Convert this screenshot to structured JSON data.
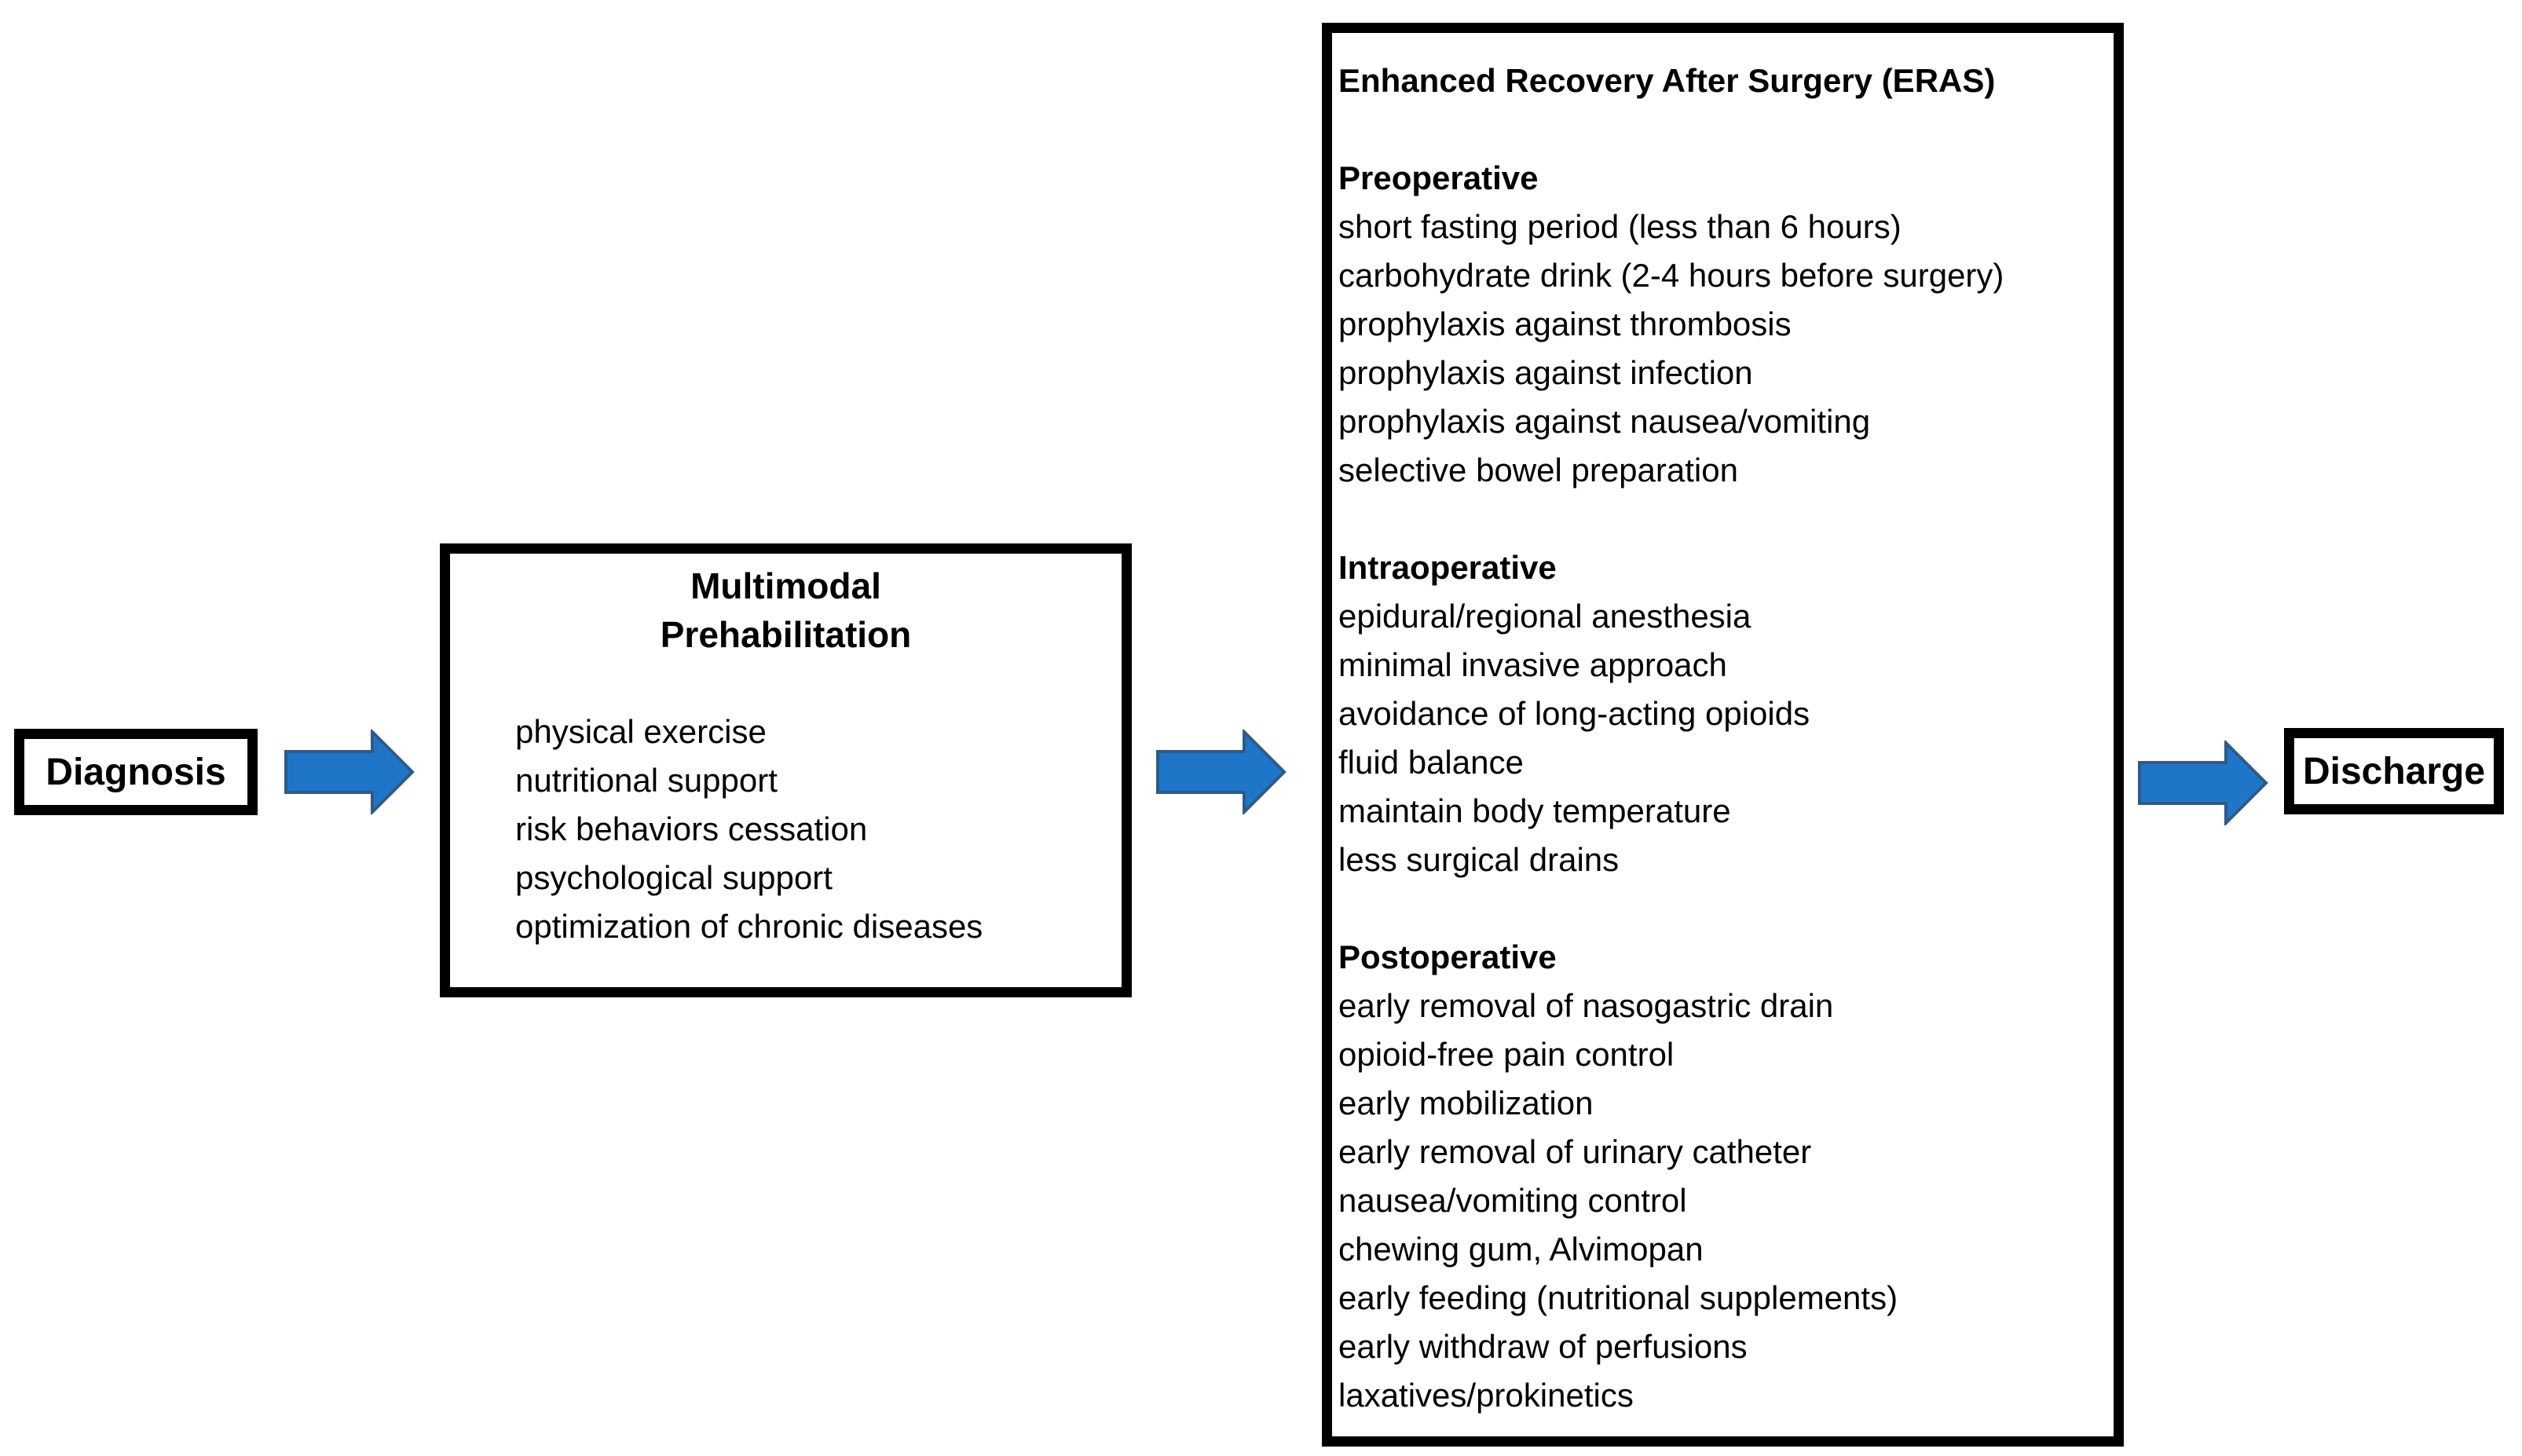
{
  "flowchart": {
    "diagnosis": {
      "label": "Diagnosis"
    },
    "prehabilitation": {
      "title": [
        "Multimodal",
        "Prehabilitation"
      ],
      "items": [
        "physical exercise",
        "nutritional support",
        "risk behaviors cessation",
        "psychological support",
        "optimization of chronic diseases"
      ]
    },
    "eras": {
      "title": "Enhanced Recovery After Surgery (ERAS)",
      "sections": {
        "preoperative": {
          "heading": "Preoperative",
          "items": [
            "short fasting period (less than 6 hours)",
            "carbohydrate drink (2-4 hours before surgery)",
            "prophylaxis against thrombosis",
            "prophylaxis against infection",
            "prophylaxis against nausea/vomiting",
            "selective bowel preparation"
          ]
        },
        "intraoperative": {
          "heading": "Intraoperative",
          "items": [
            "epidural/regional anesthesia",
            "minimal invasive approach",
            "avoidance of long-acting opioids",
            "fluid balance",
            "maintain body temperature",
            "less surgical drains"
          ]
        },
        "postoperative": {
          "heading": "Postoperative",
          "items": [
            "early removal of nasogastric drain",
            "opioid-free pain control",
            "early mobilization",
            "early removal of urinary catheter",
            "nausea/vomiting control",
            "chewing gum, Alvimopan",
            "early feeding (nutritional supplements)",
            "early withdraw of perfusions",
            "laxatives/prokinetics"
          ]
        }
      }
    },
    "discharge": {
      "label": "Discharge"
    },
    "colors": {
      "arrow_fill": "#1F76C8",
      "arrow_stroke": "#2F5A88",
      "box_border": "#000000",
      "background": "#FFFFFF",
      "text": "#000000"
    }
  }
}
